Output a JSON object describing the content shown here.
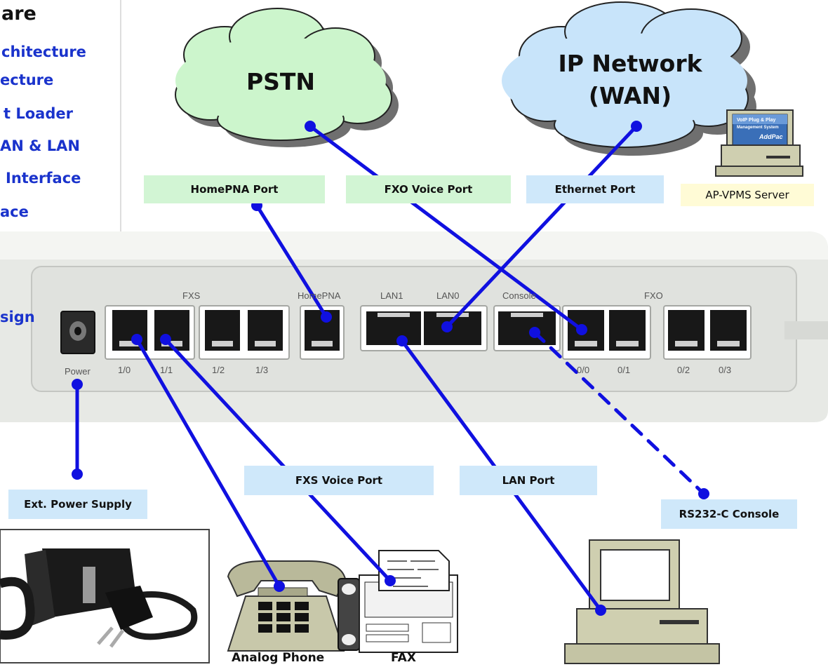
{
  "sidebar": {
    "title": "are",
    "items": [
      "chitecture",
      "ecture",
      "t Loader",
      "AN & LAN",
      "Interface",
      "ace",
      "sign"
    ]
  },
  "clouds": {
    "pstn": "PSTN",
    "ip_line1": "IP Network",
    "ip_line2": "(WAN)"
  },
  "labels": {
    "homepna": "HomePNA Port",
    "fxo": "FXO Voice Port",
    "ethernet": "Ethernet Port",
    "vpms": "AP-VPMS Server",
    "fxs": "FXS Voice Port",
    "lan": "LAN Port",
    "rs232": "RS232-C Console",
    "power": "Ext. Power Supply"
  },
  "device": {
    "group_fxs": "FXS",
    "group_homepna": "HomePNA",
    "group_lan1": "LAN1",
    "group_lan0": "LAN0",
    "group_console": "Console",
    "group_fxo": "FXO",
    "power": "Power",
    "port_labels": [
      "1/0",
      "1/1",
      "1/2",
      "1/3",
      "0/0",
      "0/1",
      "0/2",
      "0/3"
    ]
  },
  "monitor_screen": {
    "line1": "VoIP Plug & Play",
    "line2": "Management System",
    "brand": "AddPac"
  },
  "captions": {
    "phone": "Analog Phone",
    "fax": "FAX"
  },
  "colors": {
    "line": "#1010e0",
    "label_blue": "#cfe8fa",
    "label_green": "#d2f5d4",
    "label_yellow": "#fffbd6",
    "cloud_green": "#ccf5cc",
    "cloud_blue": "#c8e4fa",
    "menu_text": "#1a33cc"
  }
}
